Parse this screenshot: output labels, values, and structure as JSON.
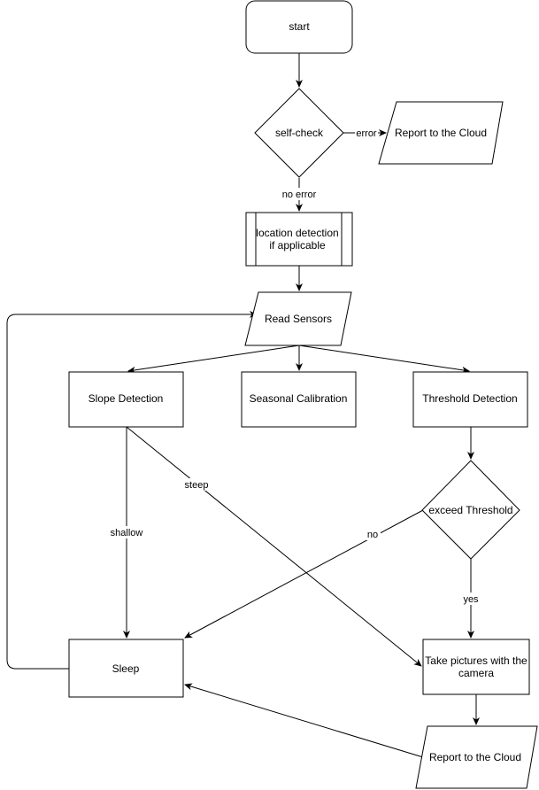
{
  "nodes": {
    "start": "start",
    "self_check": "self-check",
    "report_cloud_top": "Report to the Cloud",
    "location_line1": "location detection",
    "location_line2": "if applicable",
    "read_sensors": "Read Sensors",
    "slope_detection": "Slope Detection",
    "seasonal_calibration": "Seasonal Calibration",
    "threshold_detection": "Threshold Detection",
    "exceed_threshold": "exceed Threshold",
    "sleep": "Sleep",
    "take_pictures_line1": "Take pictures with the",
    "take_pictures_line2": "camera",
    "report_cloud_bottom": "Report to the Cloud"
  },
  "edge_labels": {
    "error": "error",
    "no_error": "no error",
    "steep": "steep",
    "shallow": "shallow",
    "no": "no",
    "yes": "yes"
  }
}
